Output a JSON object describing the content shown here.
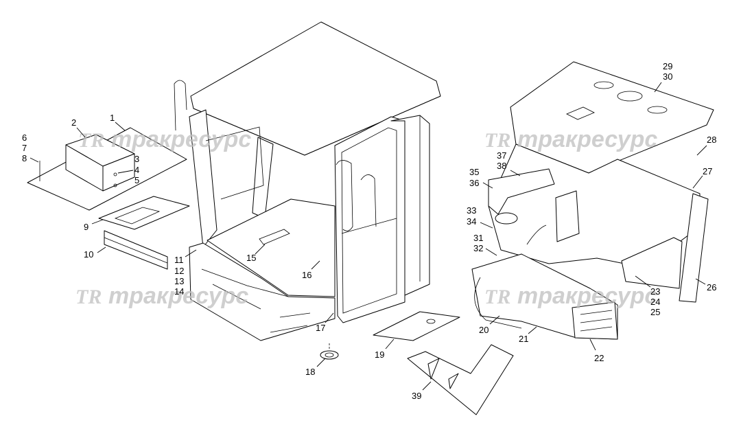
{
  "watermark": {
    "logo": "TR",
    "text": "тракресурс"
  },
  "callouts": [
    {
      "id": "c1",
      "label": "1"
    },
    {
      "id": "c2",
      "label": "2"
    },
    {
      "id": "c3",
      "label": "3"
    },
    {
      "id": "c4",
      "label": "4"
    },
    {
      "id": "c5",
      "label": "5"
    },
    {
      "id": "c6",
      "label": "6"
    },
    {
      "id": "c7",
      "label": "7"
    },
    {
      "id": "c8",
      "label": "8"
    },
    {
      "id": "c9",
      "label": "9"
    },
    {
      "id": "c10",
      "label": "10"
    },
    {
      "id": "c11",
      "label": "11"
    },
    {
      "id": "c12",
      "label": "12"
    },
    {
      "id": "c13",
      "label": "13"
    },
    {
      "id": "c14",
      "label": "14"
    },
    {
      "id": "c15",
      "label": "15"
    },
    {
      "id": "c16",
      "label": "16"
    },
    {
      "id": "c17",
      "label": "17"
    },
    {
      "id": "c18",
      "label": "18"
    },
    {
      "id": "c19",
      "label": "19"
    },
    {
      "id": "c20",
      "label": "20"
    },
    {
      "id": "c21",
      "label": "21"
    },
    {
      "id": "c22",
      "label": "22"
    },
    {
      "id": "c23",
      "label": "23"
    },
    {
      "id": "c24",
      "label": "24"
    },
    {
      "id": "c25",
      "label": "25"
    },
    {
      "id": "c26",
      "label": "26"
    },
    {
      "id": "c27",
      "label": "27"
    },
    {
      "id": "c28",
      "label": "28"
    },
    {
      "id": "c29",
      "label": "29"
    },
    {
      "id": "c30",
      "label": "30"
    },
    {
      "id": "c31",
      "label": "31"
    },
    {
      "id": "c32",
      "label": "32"
    },
    {
      "id": "c33",
      "label": "33"
    },
    {
      "id": "c34",
      "label": "34"
    },
    {
      "id": "c35",
      "label": "35"
    },
    {
      "id": "c36",
      "label": "36"
    },
    {
      "id": "c37",
      "label": "37"
    },
    {
      "id": "c38",
      "label": "38"
    },
    {
      "id": "c39",
      "label": "39"
    }
  ]
}
